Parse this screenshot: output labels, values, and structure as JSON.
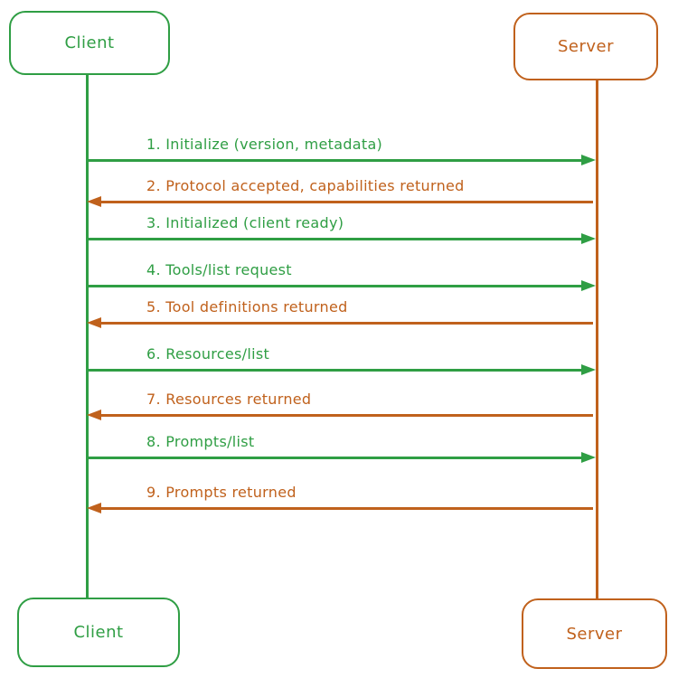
{
  "colors": {
    "client": "#2f9e44",
    "server": "#c0611c"
  },
  "actors": {
    "top_client": "Client",
    "top_server": "Server",
    "bottom_client": "Client",
    "bottom_server": "Server"
  },
  "messages": [
    {
      "label": "1. Initialize (version, metadata)",
      "from": "Client",
      "to": "Server"
    },
    {
      "label": "2. Protocol accepted, capabilities returned",
      "from": "Server",
      "to": "Client"
    },
    {
      "label": "3. Initialized (client ready)",
      "from": "Client",
      "to": "Server"
    },
    {
      "label": "4. Tools/list request",
      "from": "Client",
      "to": "Server"
    },
    {
      "label": "5. Tool definitions returned",
      "from": "Server",
      "to": "Client"
    },
    {
      "label": "6. Resources/list",
      "from": "Client",
      "to": "Server"
    },
    {
      "label": "7. Resources returned",
      "from": "Server",
      "to": "Client"
    },
    {
      "label": "8. Prompts/list",
      "from": "Client",
      "to": "Server"
    },
    {
      "label": "9. Prompts returned",
      "from": "Server",
      "to": "Client"
    }
  ]
}
